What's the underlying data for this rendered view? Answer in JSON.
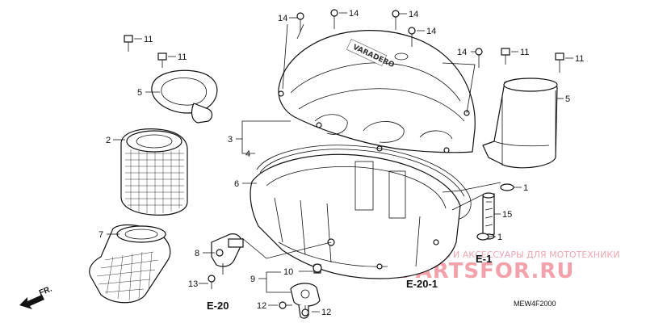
{
  "diagram": {
    "drawing_code": "MEW4F2000",
    "references": [
      "E-20",
      "E-20-1",
      "E-1"
    ],
    "front_marker": "FR.",
    "cover_brand": "VARADERO",
    "watermark": {
      "caption": "ЗАПЧАСТИ И АКСЕССУАРЫ ДЛЯ МОТОТЕХНИКИ",
      "logo": "PARTSFOR.RU"
    },
    "callouts": {
      "c1a": "1",
      "c1b": "1",
      "c2": "2",
      "c3": "3",
      "c4": "4",
      "c5a": "5",
      "c5b": "5",
      "c6": "6",
      "c7": "7",
      "c8": "8",
      "c9": "9",
      "c10": "10",
      "c11a": "11",
      "c11b": "11",
      "c11c": "11",
      "c11d": "11",
      "c12a": "12",
      "c12b": "12",
      "c13": "13",
      "c14a": "14",
      "c14b": "14",
      "c14c": "14",
      "c14d": "14",
      "c14e": "14",
      "c15": "15"
    }
  }
}
